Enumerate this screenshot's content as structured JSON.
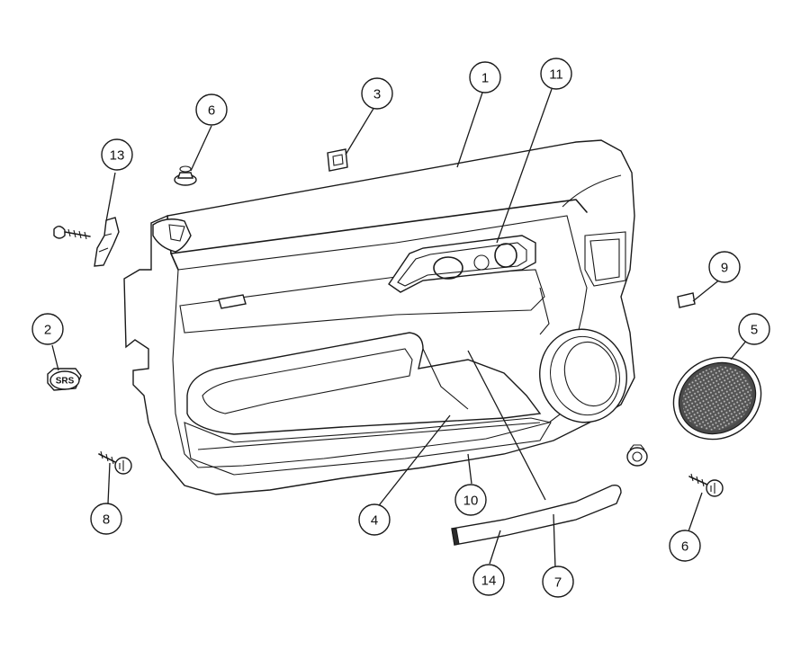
{
  "diagram": {
    "callouts": [
      {
        "id": "c1",
        "label": "1"
      },
      {
        "id": "c2",
        "label": "2"
      },
      {
        "id": "c3",
        "label": "3"
      },
      {
        "id": "c4",
        "label": "4"
      },
      {
        "id": "c5",
        "label": "5"
      },
      {
        "id": "c6a",
        "label": "6"
      },
      {
        "id": "c6b",
        "label": "6"
      },
      {
        "id": "c7",
        "label": "7"
      },
      {
        "id": "c8",
        "label": "8"
      },
      {
        "id": "c9",
        "label": "9"
      },
      {
        "id": "c10",
        "label": "10"
      },
      {
        "id": "c11",
        "label": "11"
      },
      {
        "id": "c13",
        "label": "13"
      },
      {
        "id": "c14",
        "label": "14"
      }
    ],
    "srs_badge": "SRS"
  }
}
